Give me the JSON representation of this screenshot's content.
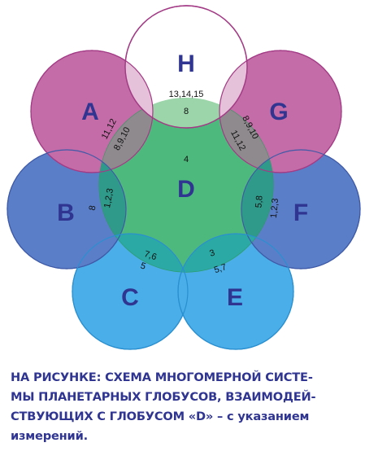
{
  "diagram": {
    "globes": {
      "H": {
        "letter": "H",
        "dims": "13,14,15"
      },
      "A": {
        "letter": "A"
      },
      "G": {
        "letter": "G"
      },
      "B": {
        "letter": "B"
      },
      "D": {
        "letter": "D",
        "dims": "4"
      },
      "F": {
        "letter": "F"
      },
      "C": {
        "letter": "C"
      },
      "E": {
        "letter": "E"
      }
    },
    "overlaps": {
      "h_d": "8",
      "a_d_outer": "11,12",
      "a_d_inner": "8,9,10",
      "g_d_inner": "8,9,10",
      "g_d_outer": "11,12",
      "b_d_outer": "8",
      "b_d_inner": "1,2,3",
      "f_d_inner": "5,8",
      "f_d_outer": "1,2,3",
      "c_d_inner": "7,6",
      "c_d_outer": "5",
      "e_d_inner": "3",
      "e_d_outer": "5,7"
    },
    "colors": {
      "pink": "#c46ca7",
      "blue": "#5a7fc8",
      "lightblue": "#4aaee8",
      "green": "#4eb97c",
      "letter": "#2f3591"
    }
  },
  "caption": {
    "line1": "НА РИСУНКЕ: СХЕМА МНОГОМЕРНОЙ СИСТЕ-",
    "line2": "МЫ ПЛАНЕТАРНЫХ ГЛОБУСОВ, ВЗАИМОДЕЙ-",
    "line3": "СТВУЮЩИХ  С ГЛОБУСОМ  «D» – с указанием",
    "line4": "измерений."
  }
}
